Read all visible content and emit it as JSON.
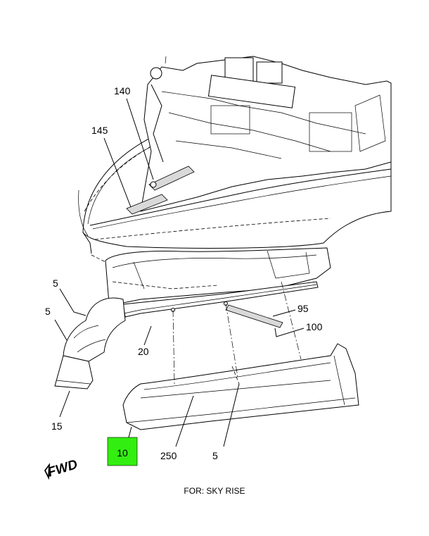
{
  "callouts": {
    "c140": "140",
    "c145": "145",
    "c5a": "5",
    "c5b": "5",
    "c95": "95",
    "c100": "100",
    "c20": "20",
    "c15": "15",
    "c10": "10",
    "c250": "250",
    "c5c": "5"
  },
  "highlight_color": "#33ee11",
  "fwd_label": "FWD",
  "footer": "FOR: SKY RISE"
}
